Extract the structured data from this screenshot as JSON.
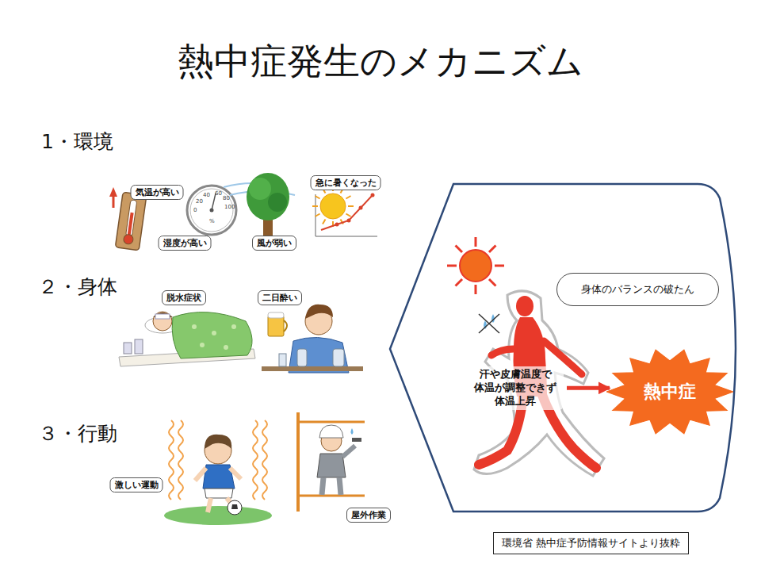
{
  "diagram": {
    "title": "熱中症発生のメカニズム",
    "nodes": [
      {
        "text": [
          "気温が高い"
        ]
      },
      {
        "text": [
          "湿度が高い"
        ]
      },
      {
        "text": [
          "風が弱い"
        ]
      },
      {
        "text": [
          "急に暑くなった"
        ]
      },
      {
        "text": [
          "脱水症状"
        ]
      },
      {
        "text": [
          "二日酔い"
        ]
      },
      {
        "text": [
          "激しい運動"
        ]
      },
      {
        "text": [
          "屋外作業"
        ]
      },
      {
        "text": [
          "身体のバランスの破たん"
        ]
      },
      {
        "text": [
          "汗や皮膚温度で 体温が調整できず 体温上昇"
        ]
      },
      {
        "text": [
          "熱中症"
        ]
      },
      {
        "text": [
          "環境省 熱中症予防情報サイトより抜粋"
        ]
      }
    ],
    "edges": [
      {
        "from": 9,
        "to": 10,
        "arrow": "to"
      }
    ],
    "labels": [
      "1・環境",
      "２・身体",
      "３・行動",
      "0",
      "20",
      "40",
      "60",
      "80",
      "100",
      "%"
    ]
  }
}
